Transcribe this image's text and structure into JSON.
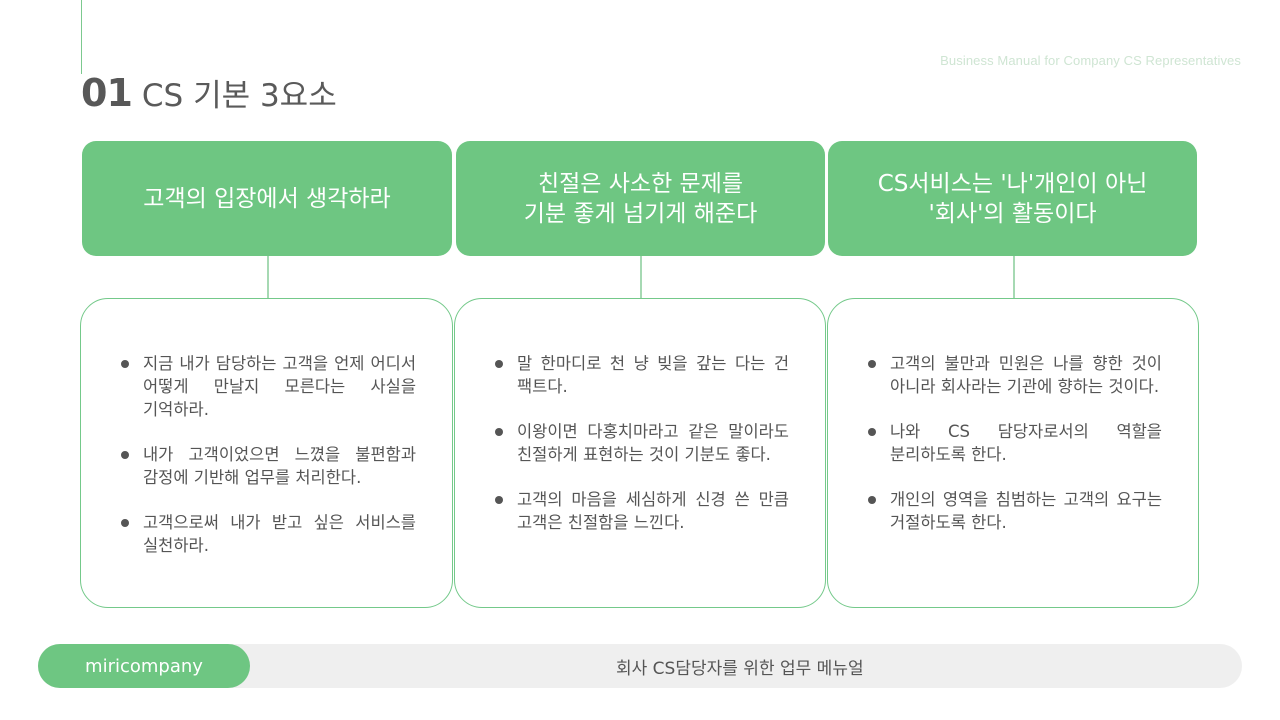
{
  "header": {
    "number": "01",
    "title": "CS 기본 3요소",
    "subtitle": "Business Manual for Company CS Representatives"
  },
  "colors": {
    "accent_green": "#6ec682",
    "border_green": "#74c98a",
    "text_gray": "#555555",
    "footer_bg": "#efefef"
  },
  "columns": [
    {
      "heading": "고객의 입장에서 생각하라",
      "bullets": [
        "지금 내가 담당하는 고객을 언제 어디서 어떻게 만날지 모른다는 사실을 기억하라.",
        "내가 고객이었으면 느꼈을 불편함과 감정에 기반해 업무를 처리한다.",
        "고객으로써 내가 받고 싶은 서비스를 실천하라."
      ]
    },
    {
      "heading": "친절은 사소한 문제를\n기분 좋게 넘기게 해준다",
      "bullets": [
        "말 한마디로 천 냥 빚을 갚는 다는 건 팩트다.",
        "이왕이면 다홍치마라고 같은 말이라도 친절하게 표현하는 것이 기분도 좋다.",
        "고객의 마음을 세심하게 신경 쓴 만큼 고객은 친절함을 느낀다."
      ]
    },
    {
      "heading": "CS서비스는 '나'개인이 아닌\n'회사'의 활동이다",
      "bullets": [
        "고객의 불만과 민원은 나를 향한 것이 아니라 회사라는 기관에 향하는 것이다.",
        "나와 CS 담당자로서의 역할을 분리하도록 한다.",
        "개인의 영역을 침범하는 고객의 요구는 거절하도록 한다."
      ]
    }
  ],
  "footer": {
    "brand": "miricompany",
    "caption": "회사 CS담당자를 위한 업무 메뉴얼"
  }
}
